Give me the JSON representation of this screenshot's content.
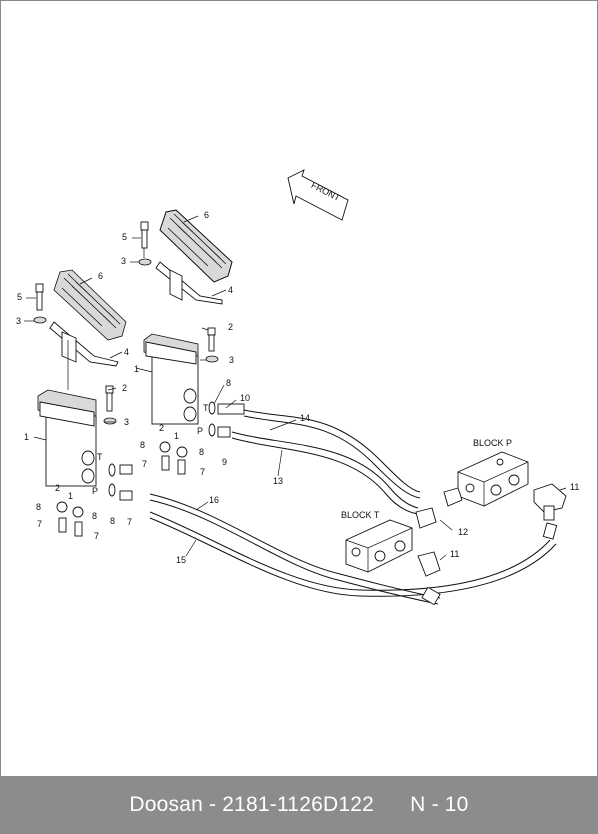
{
  "footer": {
    "brand": "Doosan",
    "separator": " - ",
    "part_number": "2181-1126D122",
    "page": "N - 10"
  },
  "diagram": {
    "front_label": "FRONT",
    "block_p_label": "BLOCK P",
    "block_t_label": "BLOCK T",
    "port_labels": {
      "t": "T",
      "p": "P"
    },
    "callouts": {
      "n1": "1",
      "n2": "2",
      "n3": "3",
      "n4": "4",
      "n5": "5",
      "n6": "6",
      "n7": "7",
      "n8": "8",
      "n9": "9",
      "n10": "10",
      "n11": "11",
      "n12": "12",
      "n13": "13",
      "n14": "14",
      "n15": "15",
      "n16": "16"
    }
  }
}
